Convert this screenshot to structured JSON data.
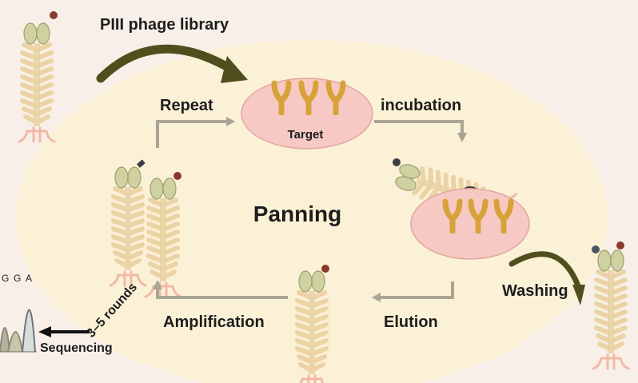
{
  "labels": {
    "library": "PIII phage library",
    "repeat": "Repeat",
    "incubation": "incubation",
    "target": "Target",
    "panning": "Panning",
    "washing": "Washing",
    "elution": "Elution",
    "amplification": "Amplification",
    "rounds": "3–5 rounds",
    "sequencing": "Sequencing",
    "bases": [
      "G",
      "G",
      "A"
    ]
  },
  "colors": {
    "background": "#f8f0e8",
    "panning_zone": "#fbf1d6",
    "target_disc": "#f7c9c4",
    "antibody": "#d7a23a",
    "phage_body": "#f1dfb8",
    "phage_head": "#cfd2a0",
    "big_arrow": "#4f4f1d",
    "cycle_arrow": "#aaa594"
  }
}
